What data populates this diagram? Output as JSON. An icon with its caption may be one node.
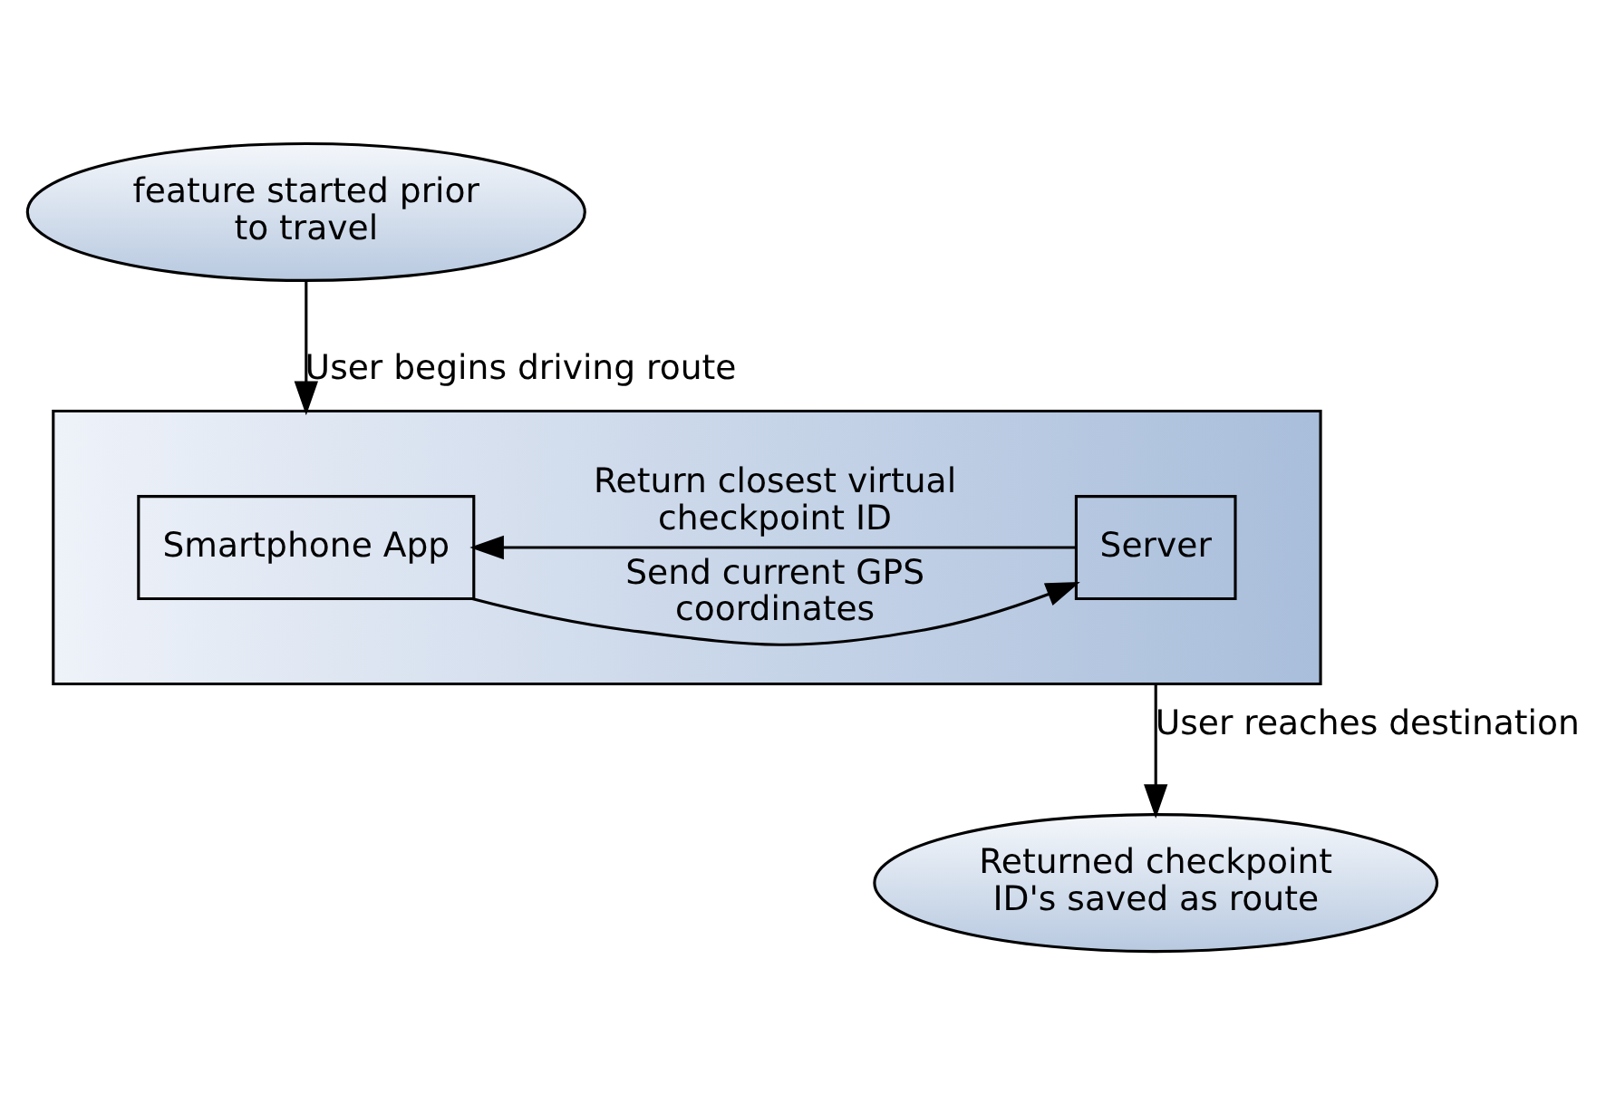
{
  "diagram": {
    "nodes": [
      {
        "text": [
          "feature started prior to travel"
        ]
      },
      {
        "text": [],
        "shape": "box"
      },
      {
        "text": [
          "Smartphone App"
        ],
        "in": 1
      },
      {
        "text": [
          "Server"
        ],
        "in": 1
      },
      {
        "text": [
          "Returned checkpoint ID's saved as route"
        ]
      }
    ],
    "edges": [
      {
        "from": 0,
        "to": 1,
        "arrow": "to",
        "label": "User begins driving route"
      },
      {
        "from": 2,
        "to": 3,
        "arrow": "to",
        "label": "Send current GPS coordinates"
      },
      {
        "from": 3,
        "to": 2,
        "arrow": "to",
        "label": "Return closest virtual checkpoint ID"
      },
      {
        "from": 1,
        "to": 4,
        "arrow": "to",
        "label": "User reaches destination"
      }
    ]
  }
}
